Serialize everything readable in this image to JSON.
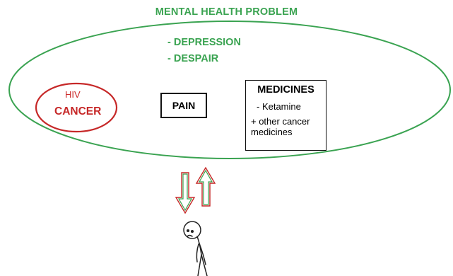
{
  "title": "MENTAL HEALTH PROBLEM",
  "effects": [
    "- DEPRESSION",
    "- DESPAIR"
  ],
  "disease": {
    "hiv": "HIV",
    "cancer": "CANCER"
  },
  "pain": "PAIN",
  "medicines": {
    "title": "MEDICINES",
    "items": [
      "- Ketamine",
      "+ other cancer medicines"
    ]
  },
  "colors": {
    "green": "#3aa351",
    "red": "#c62828",
    "black": "#111111"
  }
}
